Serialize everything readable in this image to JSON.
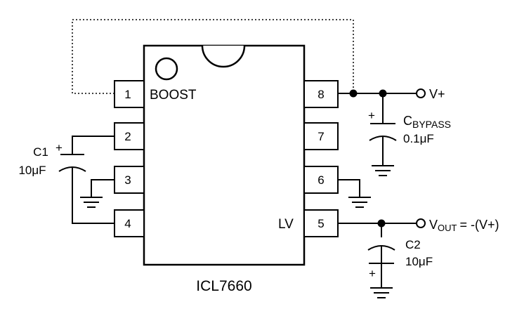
{
  "chip": {
    "name": "ICL7660",
    "boost_label": "BOOST",
    "lv_label": "LV",
    "pins": [
      "1",
      "2",
      "3",
      "4",
      "5",
      "6",
      "7",
      "8"
    ]
  },
  "components": {
    "c1": {
      "name": "C1",
      "value": "10μF",
      "polarity": "+"
    },
    "c2": {
      "name": "C2",
      "value": "10μF",
      "polarity": "+"
    },
    "cbypass": {
      "name": "C",
      "name_sub": "BYPASS",
      "value": "0.1μF",
      "polarity": "+"
    }
  },
  "terminals": {
    "vplus": "V+",
    "vout_name": "V",
    "vout_sub": "OUT",
    "vout_expr": "= -(V+)"
  }
}
